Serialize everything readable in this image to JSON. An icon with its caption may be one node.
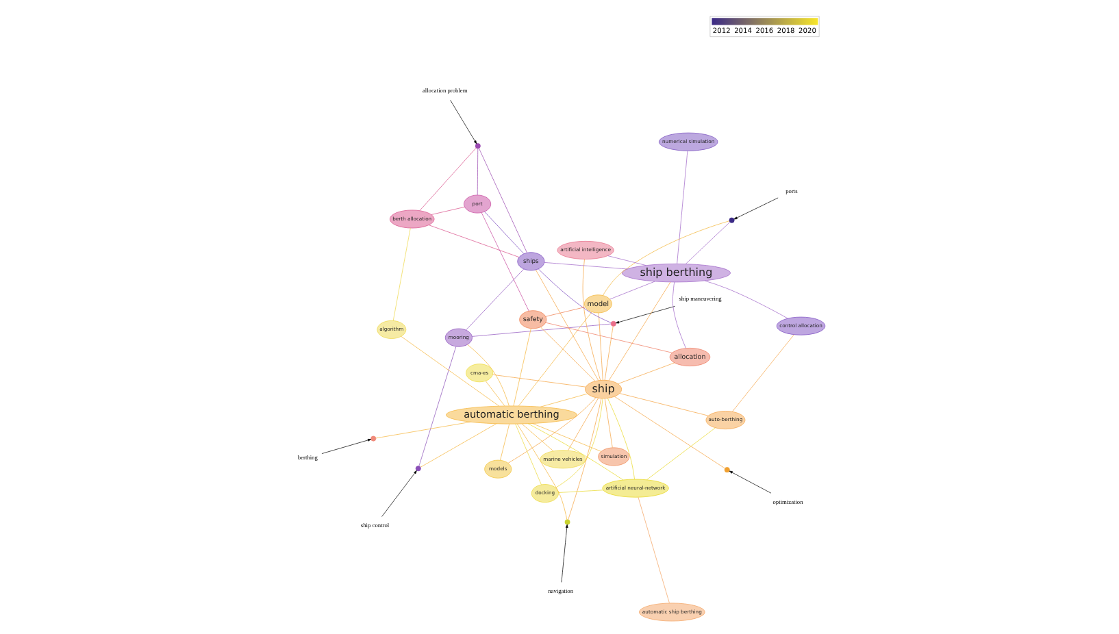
{
  "diagram": {
    "nodes": [
      {
        "text": [
          "automatic ship berthing"
        ]
      },
      {
        "text": [
          "artificial neural-network"
        ]
      },
      {
        "text": [
          "docking"
        ]
      },
      {
        "text": [
          "berthing"
        ]
      },
      {
        "text": [],
        "shape": "circle"
      },
      {
        "text": [
          "ship control"
        ]
      },
      {
        "text": [],
        "shape": "circle"
      },
      {
        "text": [
          "mooring"
        ]
      },
      {
        "text": [
          "automatic berthing"
        ]
      },
      {
        "text": [
          "navigation"
        ]
      },
      {
        "text": [],
        "shape": "circle"
      },
      {
        "text": [
          "algorithm"
        ]
      },
      {
        "text": [
          "ship maneuvering"
        ]
      },
      {
        "text": [],
        "shape": "circle"
      },
      {
        "text": [
          "cma-es"
        ]
      },
      {
        "text": [
          "ship"
        ]
      },
      {
        "text": [
          "marine vehicles"
        ]
      },
      {
        "text": [
          "berth allocation"
        ]
      },
      {
        "text": [
          "ships"
        ]
      },
      {
        "text": [
          "models"
        ]
      },
      {
        "text": [
          "allocation"
        ]
      },
      {
        "text": [
          "auto-berthing"
        ]
      },
      {
        "text": [
          "simulation"
        ]
      },
      {
        "text": [
          "allocation problem"
        ]
      },
      {
        "text": [],
        "shape": "circle"
      },
      {
        "text": [
          "optimization"
        ]
      },
      {
        "text": [],
        "shape": "circle"
      },
      {
        "text": [
          "artificial intelligence"
        ]
      },
      {
        "text": [
          "safety"
        ]
      },
      {
        "text": [
          "model"
        ]
      },
      {
        "text": [
          "ship berthing"
        ]
      },
      {
        "text": [
          "control allocation"
        ]
      },
      {
        "text": [
          "port"
        ]
      },
      {
        "text": [
          "numerical simulation"
        ]
      },
      {
        "text": [
          "ports"
        ]
      },
      {
        "text": [],
        "shape": "circle"
      }
    ],
    "edges": [
      {
        "from": 0,
        "to": 1,
        "arrow": "none",
        "color": "#f4a261"
      },
      {
        "from": 1,
        "to": 2,
        "arrow": "none",
        "color": "#e9d92a"
      },
      {
        "from": 1,
        "to": 8,
        "arrow": "none",
        "color": "#e9d92a"
      },
      {
        "from": 1,
        "to": 15,
        "arrow": "none",
        "color": "#e9d92a"
      },
      {
        "from": 1,
        "to": 21,
        "arrow": "none",
        "color": "#e9d92a"
      },
      {
        "from": 2,
        "to": 8,
        "arrow": "none",
        "color": "#ecd83a"
      },
      {
        "from": 2,
        "to": 15,
        "arrow": "none",
        "color": "#ecd83a"
      },
      {
        "from": 8,
        "to": 15,
        "arrow": "none",
        "color": "#f6b53a"
      },
      {
        "from": 8,
        "to": 4,
        "arrow": "none",
        "color": "#f6b53a"
      },
      {
        "from": 8,
        "to": 6,
        "arrow": "none",
        "color": "#f6b53a"
      },
      {
        "from": 8,
        "to": 7,
        "arrow": "none",
        "color": "#f6b53a"
      },
      {
        "from": 8,
        "to": 11,
        "arrow": "none",
        "color": "#f6b53a"
      },
      {
        "from": 8,
        "to": 14,
        "arrow": "none",
        "color": "#f6b53a"
      },
      {
        "from": 8,
        "to": 19,
        "arrow": "none",
        "color": "#f6b53a"
      },
      {
        "from": 8,
        "to": 22,
        "arrow": "none",
        "color": "#f6b53a"
      },
      {
        "from": 8,
        "to": 28,
        "arrow": "none",
        "color": "#f6b53a"
      },
      {
        "from": 8,
        "to": 29,
        "arrow": "none",
        "color": "#f6b53a"
      },
      {
        "from": 8,
        "to": 16,
        "arrow": "none",
        "color": "#f6b53a"
      },
      {
        "from": 8,
        "to": 10,
        "arrow": "none",
        "color": "#f6b53a"
      },
      {
        "from": 15,
        "to": 16,
        "arrow": "none",
        "color": "#f5a340"
      },
      {
        "from": 15,
        "to": 10,
        "arrow": "none",
        "color": "#f5a340"
      },
      {
        "from": 15,
        "to": 20,
        "arrow": "none",
        "color": "#f5a340"
      },
      {
        "from": 15,
        "to": 29,
        "arrow": "none",
        "color": "#f5a340"
      },
      {
        "from": 15,
        "to": 28,
        "arrow": "none",
        "color": "#f5a340"
      },
      {
        "from": 15,
        "to": 27,
        "arrow": "none",
        "color": "#f5a340"
      },
      {
        "from": 15,
        "to": 19,
        "arrow": "none",
        "color": "#f5a340"
      },
      {
        "from": 15,
        "to": 22,
        "arrow": "none",
        "color": "#f5a340"
      },
      {
        "from": 15,
        "to": 21,
        "arrow": "none",
        "color": "#f5a340"
      },
      {
        "from": 15,
        "to": 14,
        "arrow": "none",
        "color": "#f5a340"
      },
      {
        "from": 15,
        "to": 26,
        "arrow": "none",
        "color": "#f5a340"
      },
      {
        "from": 15,
        "to": 13,
        "arrow": "none",
        "color": "#f5a340"
      },
      {
        "from": 15,
        "to": 18,
        "arrow": "none",
        "color": "#f5a340"
      },
      {
        "from": 15,
        "to": 30,
        "arrow": "none",
        "color": "#f5a340"
      },
      {
        "from": 6,
        "to": 7,
        "arrow": "none",
        "color": "#8a4fb8"
      },
      {
        "from": 7,
        "to": 18,
        "arrow": "none",
        "color": "#8f54be"
      },
      {
        "from": 7,
        "to": 13,
        "arrow": "none",
        "color": "#8f54be"
      },
      {
        "from": 11,
        "to": 17,
        "arrow": "none",
        "color": "#eed84a"
      },
      {
        "from": 17,
        "to": 18,
        "arrow": "none",
        "color": "#d9508a"
      },
      {
        "from": 17,
        "to": 24,
        "arrow": "none",
        "color": "#d9508a"
      },
      {
        "from": 17,
        "to": 32,
        "arrow": "none",
        "color": "#d9508a"
      },
      {
        "from": 24,
        "to": 32,
        "arrow": "none",
        "color": "#9a49b0"
      },
      {
        "from": 24,
        "to": 18,
        "arrow": "none",
        "color": "#9a49b0"
      },
      {
        "from": 18,
        "to": 32,
        "arrow": "none",
        "color": "#7b4bc0"
      },
      {
        "from": 18,
        "to": 13,
        "arrow": "none",
        "color": "#7b4bc0"
      },
      {
        "from": 32,
        "to": 28,
        "arrow": "none",
        "color": "#c84aa0"
      },
      {
        "from": 28,
        "to": 29,
        "arrow": "none",
        "color": "#ef7a4a"
      },
      {
        "from": 20,
        "to": 28,
        "arrow": "none",
        "color": "#ee7a60"
      },
      {
        "from": 29,
        "to": 35,
        "arrow": "none",
        "color": "#f3b63a"
      },
      {
        "from": 30,
        "to": 31,
        "arrow": "none",
        "color": "#a066c8"
      },
      {
        "from": 30,
        "to": 33,
        "arrow": "none",
        "color": "#a066c8"
      },
      {
        "from": 30,
        "to": 29,
        "arrow": "none",
        "color": "#a066c8"
      },
      {
        "from": 30,
        "to": 20,
        "arrow": "none",
        "color": "#a066c8"
      },
      {
        "from": 30,
        "to": 27,
        "arrow": "none",
        "color": "#a066c8"
      },
      {
        "from": 30,
        "to": 18,
        "arrow": "none",
        "color": "#a066c8"
      },
      {
        "from": 30,
        "to": 35,
        "arrow": "none",
        "color": "#a066c8"
      },
      {
        "from": 21,
        "to": 31,
        "arrow": "none",
        "color": "#f5a64a"
      },
      {
        "from": 3,
        "to": 4,
        "arrow": "to",
        "color": "#000000"
      },
      {
        "from": 5,
        "to": 6,
        "arrow": "to",
        "color": "#000000"
      },
      {
        "from": 9,
        "to": 10,
        "arrow": "to",
        "color": "#000000"
      },
      {
        "from": 12,
        "to": 13,
        "arrow": "to",
        "color": "#000000"
      },
      {
        "from": 23,
        "to": 24,
        "arrow": "to",
        "color": "#000000"
      },
      {
        "from": 25,
        "to": 26,
        "arrow": "to",
        "color": "#000000"
      },
      {
        "from": 34,
        "to": 35,
        "arrow": "to",
        "color": "#000000"
      }
    ],
    "labels": [
      "2012",
      "2014",
      "2016",
      "2018",
      "2020"
    ]
  }
}
